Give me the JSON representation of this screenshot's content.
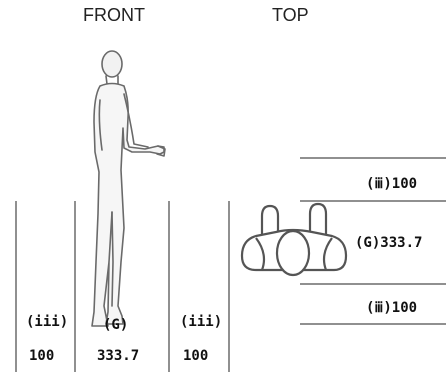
{
  "views": {
    "front": {
      "title": "FRONT",
      "zones": [
        {
          "code": "(iii)",
          "dimension": "100"
        },
        {
          "code": "(G)",
          "dimension": "333.7"
        },
        {
          "code": "(iii)",
          "dimension": "100"
        }
      ]
    },
    "top": {
      "title": "TOP",
      "zones": [
        {
          "code": "(ⅲ)100"
        },
        {
          "code": "(G)333.7"
        },
        {
          "code": "(ⅲ)100"
        }
      ]
    }
  }
}
